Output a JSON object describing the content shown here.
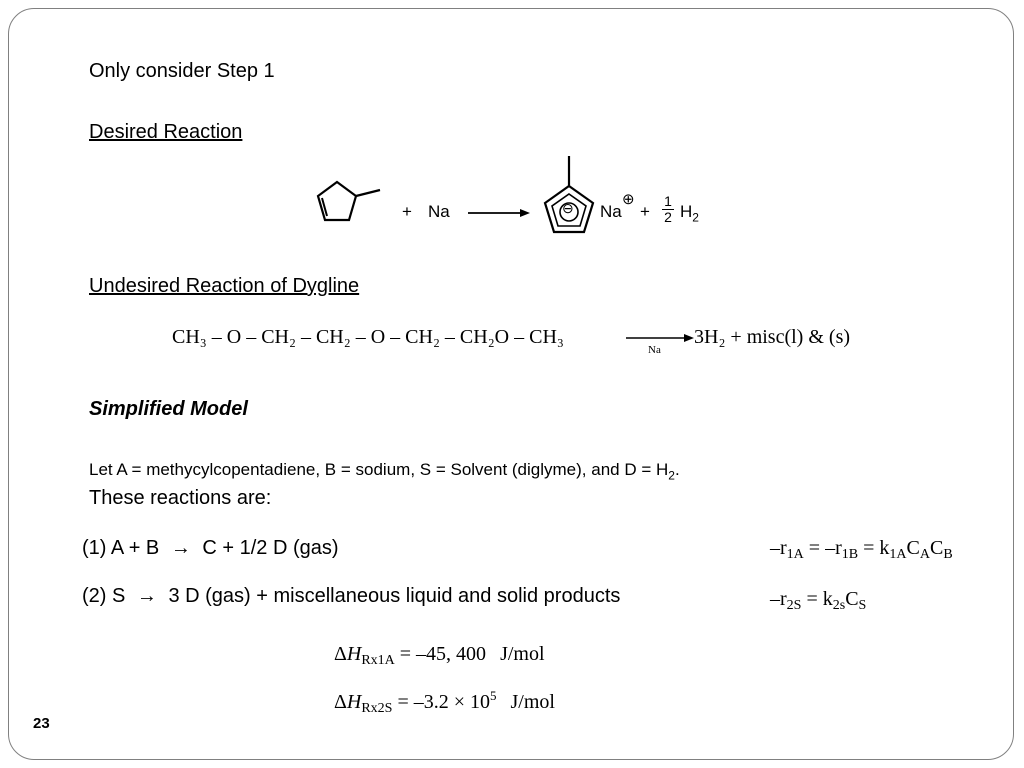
{
  "slide": {
    "step_note": "Only consider Step 1",
    "desired_heading": "Desired Reaction",
    "desired_reaction": {
      "plus1": "+",
      "reagent": "Na",
      "anion_charge": "⊖",
      "cation": "Na",
      "cation_charge": "⊕",
      "plus2": "+",
      "frac_num": "1",
      "frac_den": "2",
      "product_h": "H",
      "product_h_sub": "2"
    },
    "undesired_heading": "Undesired Reaction of Dygline",
    "undesired_reaction": {
      "lhs": "CH₃ – O – CH₂ – CH₂ – O – CH₂ – CH₂O – CH₃",
      "arrow_label": "Na",
      "rhs": "3H₂ + misc(l) & (s)"
    },
    "model_heading": "Simplified Model",
    "definition_main": "Let A = methycylcopentadiene, B = sodium, S = Solvent (diglyme), and D = H",
    "definition_sub": "2",
    "definition_end": ".",
    "reactions_intro": "These reactions are:",
    "reaction1": {
      "left": "(1) A + B",
      "arrow": "→",
      "right": "C + 1/2 D (gas)"
    },
    "reaction2": {
      "left": "(2) S",
      "arrow": "→",
      "right": "3 D (gas) + miscellaneous liquid and solid products"
    },
    "rate1": {
      "a": "–r",
      "a_sub": "1A",
      "eq1": " = –r",
      "b_sub": "1B",
      "eq2": " = k",
      "k_sub": "1A",
      "c1": "C",
      "c1_sub": "A",
      "c2": "C",
      "c2_sub": "B"
    },
    "rate2": {
      "a": "–r",
      "a_sub": "2S",
      "eq": " = k",
      "k_sub": "2s",
      "c": "C",
      "c_sub": "S"
    },
    "enthalpy1": {
      "delta": "Δ",
      "h": "H",
      "sub": "Rx1A",
      "value": " = –45, 400",
      "unit": "J/mol"
    },
    "enthalpy2": {
      "delta": "Δ",
      "h": "H",
      "sub": "Rx2S",
      "value": " = –3.2 × 10",
      "exp": "5",
      "unit": "J/mol"
    },
    "page_number": "23"
  }
}
